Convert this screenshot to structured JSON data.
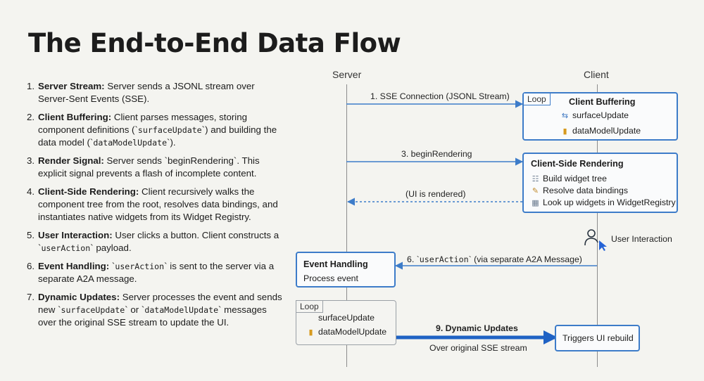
{
  "title": "The End-to-End Data Flow",
  "steps": [
    {
      "num": "1.",
      "term": "Server Stream:",
      "parts": [
        {
          "t": " Server sends a JSONL stream over Server-Sent Events (SSE)."
        }
      ]
    },
    {
      "num": "2.",
      "term": "Client Buffering:",
      "parts": [
        {
          "t": " Client parses messages, storing component definitions (`"
        },
        {
          "c": "surfaceUpdate"
        },
        {
          "t": "`) and building the data model (`"
        },
        {
          "c": "dataModelUpdate"
        },
        {
          "t": "`)."
        }
      ]
    },
    {
      "num": "3.",
      "term": "Render Signal:",
      "parts": [
        {
          "t": " Server sends `beginRendering`. This explicit signal prevents a flash of incomplete content."
        }
      ]
    },
    {
      "num": "4.",
      "term": "Client-Side Rendering:",
      "parts": [
        {
          "t": " Client recursively walks the component tree from the root, resolves data bindings, and instantiates native widgets from its Widget Registry."
        }
      ]
    },
    {
      "num": "5.",
      "term": "User Interaction:",
      "parts": [
        {
          "t": " User clicks a button. Client constructs a `"
        },
        {
          "c": "userAction"
        },
        {
          "t": "` payload."
        }
      ]
    },
    {
      "num": "6.",
      "term": "Event Handling:",
      "parts": [
        {
          "t": " `"
        },
        {
          "c": "userAction"
        },
        {
          "t": "` is sent to the server via a separate A2A message."
        }
      ]
    },
    {
      "num": "7.",
      "term": "Dynamic Updates:",
      "parts": [
        {
          "t": " Server processes the event and sends new `"
        },
        {
          "c": "surfaceUpdate"
        },
        {
          "t": "` or `"
        },
        {
          "c": "dataModelUpdate"
        },
        {
          "t": "` messages over the original SSE stream to update the UI."
        }
      ]
    }
  ],
  "diagram": {
    "server_label": "Server",
    "client_label": "Client",
    "msg1": "1. SSE Connection (JSONL Stream)",
    "msg3": "3. beginRendering",
    "msg_rendered": "(UI is rendered)",
    "msg6_prefix": "6. `",
    "msg6_code": "userAction",
    "msg6_suffix": "` (via separate A2A Message)",
    "msg9": "9. Dynamic Updates",
    "msg9_sub": "Over original SSE stream",
    "client_buffering": {
      "tag": "Loop",
      "title": "Client Buffering",
      "row1": "surfaceUpdate",
      "row2": "dataModelUpdate"
    },
    "client_rendering": {
      "title": "Client-Side Rendering",
      "row1": "Build widget tree",
      "row2": "Resolve data bindings",
      "row3": "Look up widgets in WidgetRegistry"
    },
    "user_interaction": "User Interaction",
    "event_handling": {
      "title": "Event Handling",
      "row1": "Process event"
    },
    "server_loop": {
      "tag": "Loop",
      "row1": "surfaceUpdate",
      "row2": "dataModelUpdate"
    },
    "triggers": "Triggers UI rebuild"
  },
  "colors": {
    "accent": "#3d7cc9",
    "arrow_heavy": "#1f62c4",
    "gray_border": "#9aa0a6"
  },
  "icons": [
    "loop-arrows-icon",
    "database-icon",
    "tree-icon",
    "wand-icon",
    "registry-icon",
    "user-click-icon"
  ]
}
